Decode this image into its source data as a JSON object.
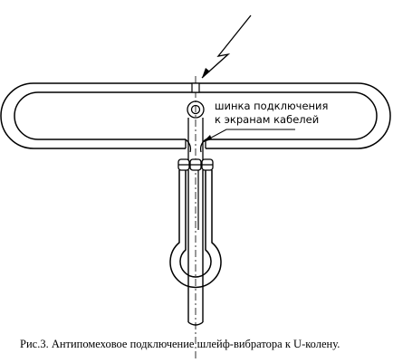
{
  "figure": {
    "label_line1": "шинка подключения",
    "label_line2": "к экранам кабелей",
    "caption": "Рис.3. Антипомеховое подключение шлейф-вибратора к U-колену."
  },
  "colors": {
    "stroke": "#000000",
    "background": "#ffffff"
  }
}
